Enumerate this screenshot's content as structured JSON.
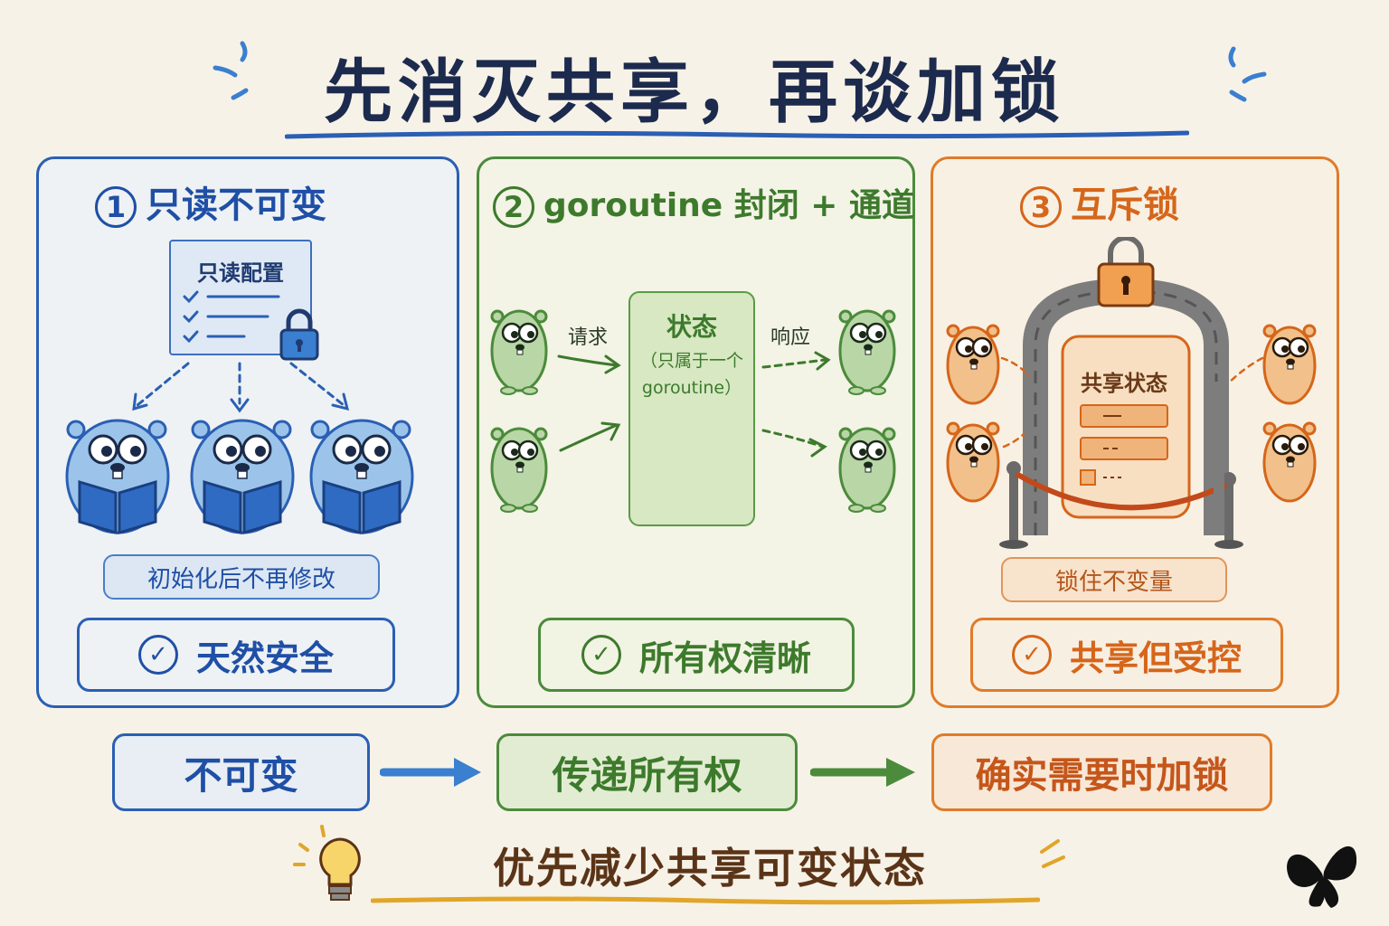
{
  "title": "先消灭共享，再谈加锁",
  "panels": [
    {
      "number": "1",
      "title": "只读不可变",
      "doc_label": "只读配置",
      "note": "初始化后不再修改",
      "result": "天然安全",
      "color": "#2a5fb4"
    },
    {
      "number": "2",
      "title": "goroutine 封闭 + 通道",
      "state_title": "状态",
      "state_sub_line1": "（只属于一个",
      "state_sub_line2": "goroutine）",
      "request_label": "请求",
      "response_label": "响应",
      "result": "所有权清晰",
      "color": "#4b8b3b"
    },
    {
      "number": "3",
      "title": "互斥锁",
      "shared_label": "共享状态",
      "note": "锁住不变量",
      "result": "共享但受控",
      "color": "#e07b2a"
    }
  ],
  "flow": [
    "不可变",
    "传递所有权",
    "确实需要时加锁"
  ],
  "bottom_text": "优先减少共享可变状态",
  "icons": {
    "check": "check-circle-icon",
    "lock": "padlock-icon",
    "bulb": "light-bulb-icon",
    "logo": "butterfly-logo"
  }
}
